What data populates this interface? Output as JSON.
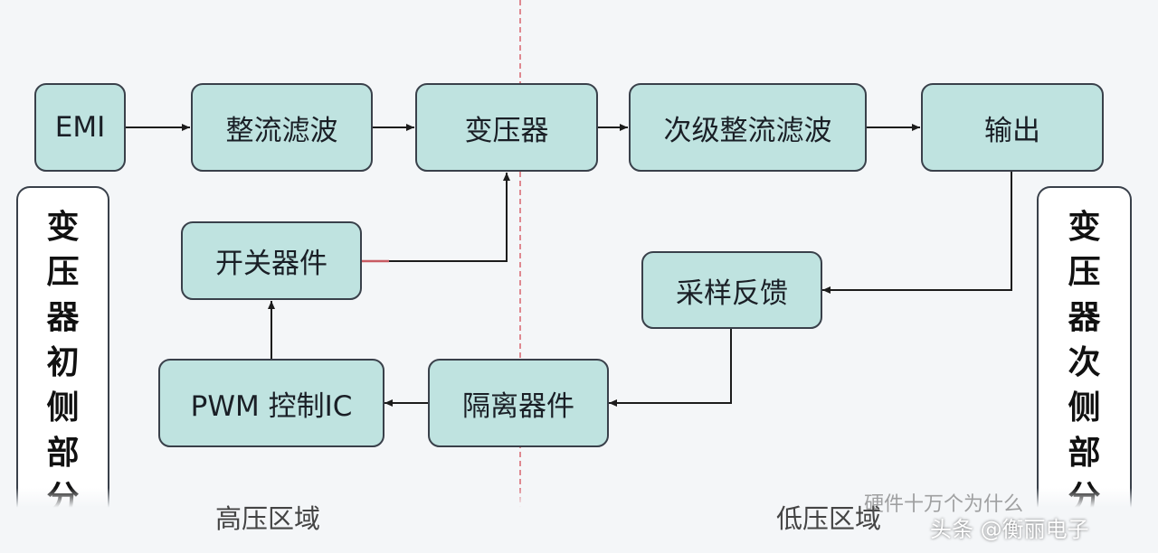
{
  "nodes": {
    "emi": "EMI",
    "rectifier_filter": "整流滤波",
    "transformer": "变压器",
    "secondary_rectifier_filter": "次级整流滤波",
    "output": "输出",
    "switch_device": "开关器件",
    "sampling_feedback": "采样反馈",
    "pwm_ic": "PWM 控制IC",
    "isolation_device": "隔离器件"
  },
  "side_labels": {
    "primary": "变压器初侧部分",
    "secondary": "变压器次侧部分"
  },
  "zones": {
    "high_voltage": "高压区域",
    "low_voltage": "低压区域"
  },
  "watermark": "硬件十万个为什么",
  "footer": "头条 @衡丽电子",
  "colors": {
    "node_fill": "#bfe3e0",
    "node_border": "#39404a",
    "arrow": "#1c1c1c",
    "divider": "#d8646e"
  }
}
